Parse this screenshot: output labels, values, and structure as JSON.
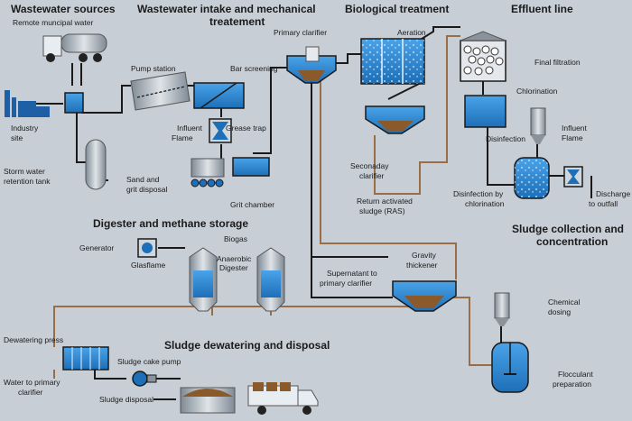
{
  "headings": {
    "wastewater_sources": "Wastewater sources",
    "intake_line1": "Wastewater intake and mechanical",
    "intake_line2": "treatement",
    "biological": "Biological treatment",
    "effluent": "Effluent line",
    "digester": "Digester and methane storage",
    "sludge_collection_line1": "Sludge collection and",
    "sludge_collection_line2": "concentration",
    "dewatering": "Sludge dewatering and disposal"
  },
  "labels": {
    "remote_water": "Remote muncipal water",
    "industry_line1": "Industry",
    "industry_line2": "site",
    "storm_line1": "Storm water",
    "storm_line2": "retention tank",
    "pump_station": "Pump station",
    "bar_screening": "Bar screening",
    "influent_flame_1_line1": "Influent",
    "influent_flame_1_line2": "Flame",
    "grease_trap": "Grease trap",
    "sand_line1": "Sand and",
    "sand_line2": "grit disposal",
    "grit_chamber": "Grit chamber",
    "primary_clarifier": "Primary clarifier",
    "aeration": "Aeration",
    "secondary_line1": "Seconaday",
    "secondary_line2": "clarifier",
    "ras_line1": "Return activated",
    "ras_line2": "sludge (RAS)",
    "final_filtration": "Final filtration",
    "chlorination": "Chlorination",
    "disinfection": "Disinfection",
    "influent_flame_2_line1": "Influent",
    "influent_flame_2_line2": "Flame",
    "disinfection_chl_line1": "Disinfection by",
    "disinfection_chl_line2": "chlorination",
    "discharge_line1": "Discharge",
    "discharge_line2": "to outfall",
    "generator": "Generator",
    "biogas": "Biogas",
    "glasflame": "Glasflame",
    "anaerobic_line1": "Anaerobic",
    "anaerobic_line2": "Digester",
    "gravity_line1": "Gravity",
    "gravity_line2": "thickener",
    "supernatant_line1": "Supernatant to",
    "supernatant_line2": "primary clarifier",
    "chemical_line1": "Chemical",
    "chemical_line2": "dosing",
    "dewatering_press": "Dewatering press",
    "water_to_primary_line1": "Water to primary",
    "water_to_primary_line2": "clarifier",
    "sludge_cake_pump": "Sludge cake pump",
    "sludge_disposal": "Sludge disposal",
    "flocculant_line1": "Flocculant",
    "flocculant_line2": "preparation"
  },
  "colors": {
    "background": "#c7ced6",
    "pipe": "#1a1a1a",
    "return_pipe": "#9a6e44",
    "water": "#2e86d4",
    "steel": "#9aa4ae",
    "sludge": "#8b5a2b"
  }
}
